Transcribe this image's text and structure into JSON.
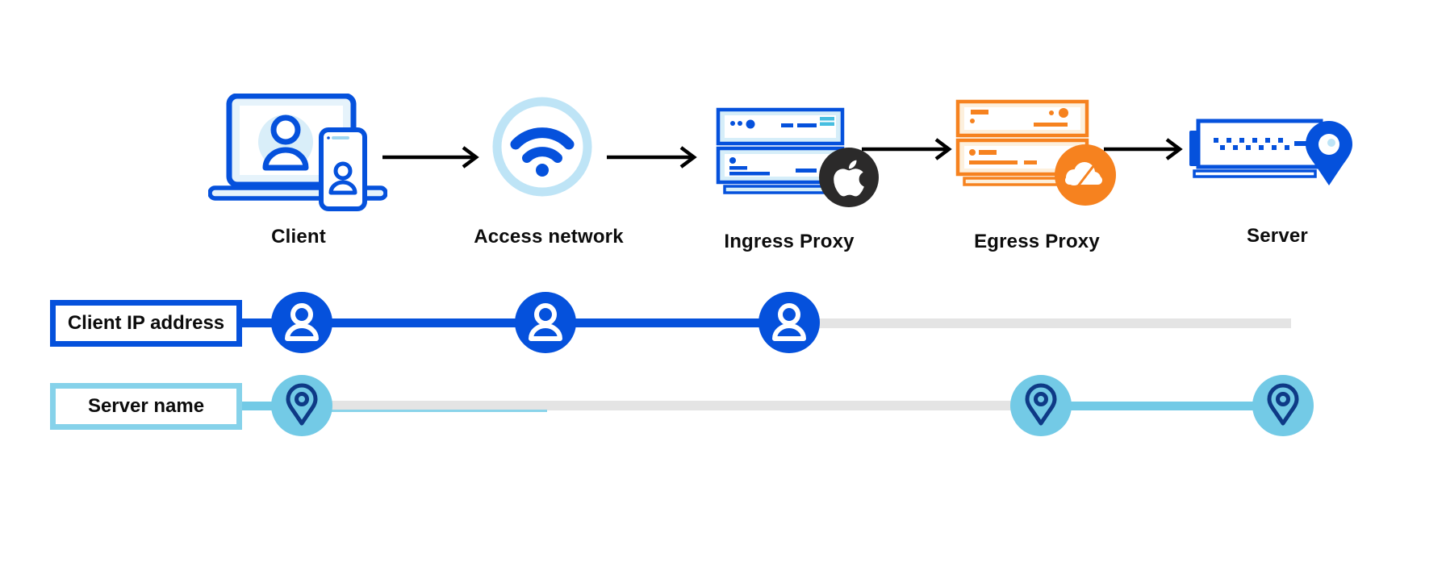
{
  "diagram": {
    "nodes": [
      {
        "label": "Client",
        "icon": "client-devices-icon"
      },
      {
        "label": "Access network",
        "icon": "wifi-icon"
      },
      {
        "label": "Ingress Proxy",
        "icon": "server-stack-blue-icon",
        "badge": "apple-logo-icon"
      },
      {
        "label": "Egress Proxy",
        "icon": "server-stack-orange-icon",
        "badge": "cloudflare-logo-icon"
      },
      {
        "label": "Server",
        "icon": "server-location-icon"
      }
    ],
    "tracks": [
      {
        "label": "Client IP address",
        "marker_icon": "person-icon",
        "color": "#0551DC",
        "markers_at": [
          "Client",
          "Access network",
          "Ingress Proxy"
        ]
      },
      {
        "label": "Server name",
        "marker_icon": "location-pin-icon",
        "color": "#73CAE6",
        "markers_at": [
          "Client",
          "Egress Proxy",
          "Server"
        ]
      }
    ],
    "colors": {
      "blue": "#0551DC",
      "sky": "#73CAE6",
      "pale_blue": "#BEE4F6",
      "navy": "#0E3A86",
      "orange": "#F6821F",
      "gray_line": "#E4E4E4",
      "badge_black": "#2B2A2A",
      "teal": "#46BEE0"
    }
  }
}
